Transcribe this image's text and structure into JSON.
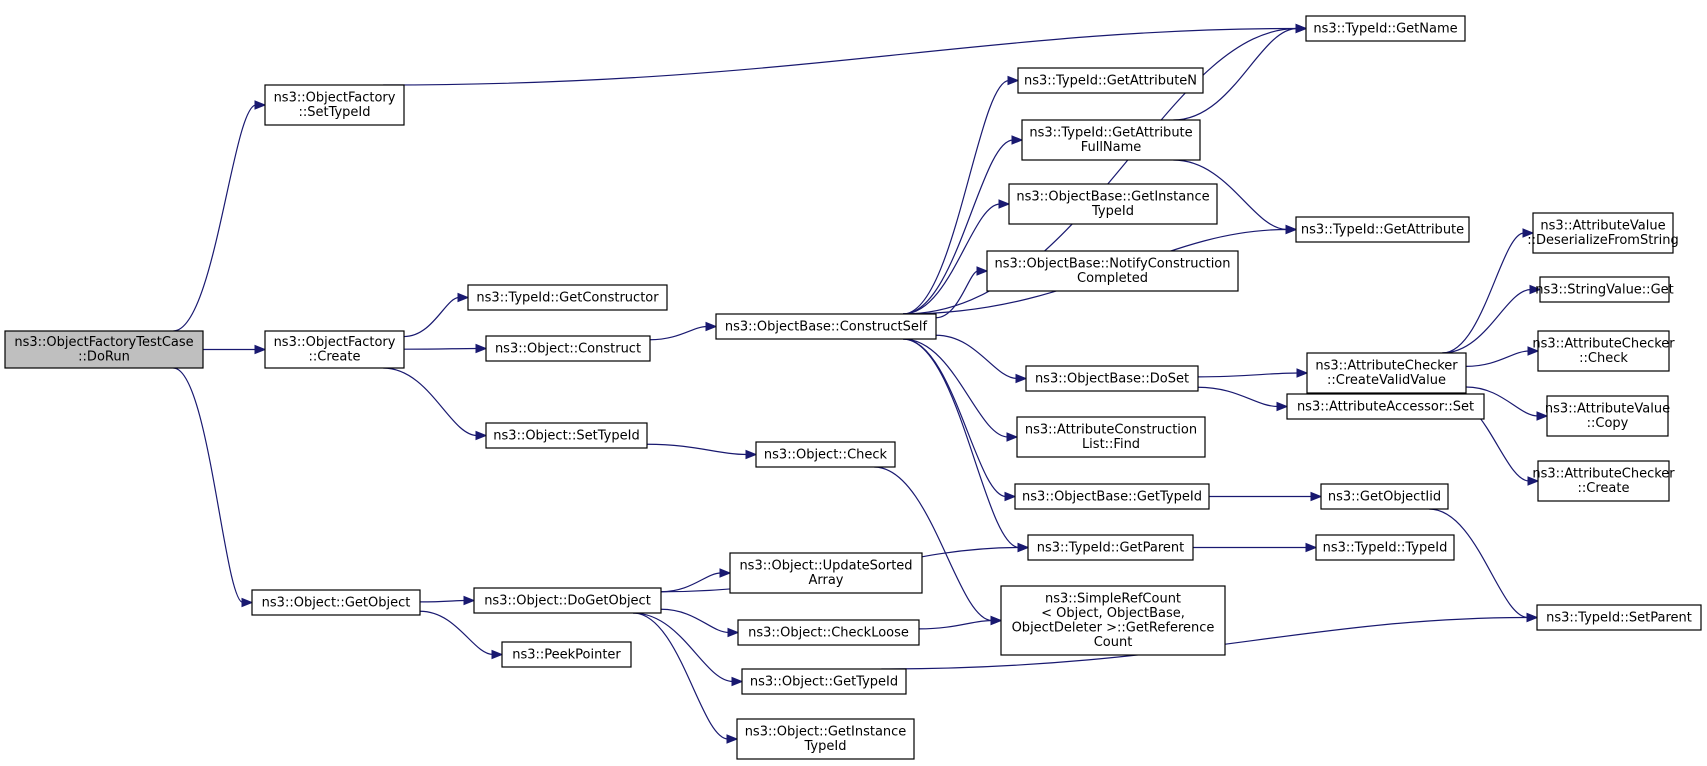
{
  "diagram": {
    "type": "call-graph",
    "nodes": [
      {
        "id": "dorun",
        "lines": [
          "ns3::ObjectFactoryTestCase",
          "::DoRun"
        ],
        "highlighted": true
      },
      {
        "id": "of_settypeid",
        "lines": [
          "ns3::ObjectFactory",
          "::SetTypeId"
        ]
      },
      {
        "id": "of_create",
        "lines": [
          "ns3::ObjectFactory",
          "::Create"
        ]
      },
      {
        "id": "obj_getobject",
        "lines": [
          "ns3::Object::GetObject"
        ]
      },
      {
        "id": "tid_getconstructor",
        "lines": [
          "ns3::TypeId::GetConstructor"
        ]
      },
      {
        "id": "obj_construct",
        "lines": [
          "ns3::Object::Construct"
        ]
      },
      {
        "id": "obj_settypeid",
        "lines": [
          "ns3::Object::SetTypeId"
        ]
      },
      {
        "id": "obj_dogetobject",
        "lines": [
          "ns3::Object::DoGetObject"
        ]
      },
      {
        "id": "peekpointer",
        "lines": [
          "ns3::PeekPointer"
        ]
      },
      {
        "id": "ob_constructself",
        "lines": [
          "ns3::ObjectBase::ConstructSelf"
        ]
      },
      {
        "id": "obj_check",
        "lines": [
          "ns3::Object::Check"
        ]
      },
      {
        "id": "obj_updatesorted",
        "lines": [
          "ns3::Object::UpdateSorted",
          "Array"
        ]
      },
      {
        "id": "obj_checkloose",
        "lines": [
          "ns3::Object::CheckLoose"
        ]
      },
      {
        "id": "obj_gettypeid",
        "lines": [
          "ns3::Object::GetTypeId"
        ]
      },
      {
        "id": "obj_getinstancetypeid",
        "lines": [
          "ns3::Object::GetInstance",
          "TypeId"
        ]
      },
      {
        "id": "tid_getattributen",
        "lines": [
          "ns3::TypeId::GetAttributeN"
        ]
      },
      {
        "id": "tid_getattributefullname",
        "lines": [
          "ns3::TypeId::GetAttribute",
          "FullName"
        ]
      },
      {
        "id": "ob_getinstancetypeid",
        "lines": [
          "ns3::ObjectBase::GetInstance",
          "TypeId"
        ]
      },
      {
        "id": "ob_notifyconstruction",
        "lines": [
          "ns3::ObjectBase::NotifyConstruction",
          "Completed"
        ]
      },
      {
        "id": "ob_doset",
        "lines": [
          "ns3::ObjectBase::DoSet"
        ]
      },
      {
        "id": "acl_find",
        "lines": [
          "ns3::AttributeConstruction",
          "List::Find"
        ]
      },
      {
        "id": "ob_gettypeid",
        "lines": [
          "ns3::ObjectBase::GetTypeId"
        ]
      },
      {
        "id": "tid_getparent",
        "lines": [
          "ns3::TypeId::GetParent"
        ]
      },
      {
        "id": "simplerefcount",
        "lines": [
          "ns3::SimpleRefCount",
          "< Object, ObjectBase,",
          "ObjectDeleter >::GetReference",
          "Count"
        ]
      },
      {
        "id": "tid_getname",
        "lines": [
          "ns3::TypeId::GetName"
        ]
      },
      {
        "id": "tid_getattribute",
        "lines": [
          "ns3::TypeId::GetAttribute"
        ]
      },
      {
        "id": "ac_createvalidvalue",
        "lines": [
          "ns3::AttributeChecker",
          "::CreateValidValue"
        ]
      },
      {
        "id": "aa_set",
        "lines": [
          "ns3::AttributeAccessor::Set"
        ]
      },
      {
        "id": "getobjectiid",
        "lines": [
          "ns3::GetObjectIid"
        ]
      },
      {
        "id": "tid_typeid",
        "lines": [
          "ns3::TypeId::TypeId"
        ]
      },
      {
        "id": "av_deserialize",
        "lines": [
          "ns3::AttributeValue",
          "::DeserializeFromString"
        ]
      },
      {
        "id": "sv_get",
        "lines": [
          "ns3::StringValue::Get"
        ]
      },
      {
        "id": "ac_check",
        "lines": [
          "ns3::AttributeChecker",
          "::Check"
        ]
      },
      {
        "id": "av_copy",
        "lines": [
          "ns3::AttributeValue",
          "::Copy"
        ]
      },
      {
        "id": "ac_create",
        "lines": [
          "ns3::AttributeChecker",
          "::Create"
        ]
      },
      {
        "id": "tid_setparent",
        "lines": [
          "ns3::TypeId::SetParent"
        ]
      }
    ],
    "edges": [
      [
        "dorun",
        "of_settypeid"
      ],
      [
        "dorun",
        "of_create"
      ],
      [
        "dorun",
        "obj_getobject"
      ],
      [
        "of_settypeid",
        "tid_getname"
      ],
      [
        "of_create",
        "tid_getconstructor"
      ],
      [
        "of_create",
        "obj_construct"
      ],
      [
        "of_create",
        "obj_settypeid"
      ],
      [
        "obj_construct",
        "ob_constructself"
      ],
      [
        "obj_settypeid",
        "obj_check"
      ],
      [
        "obj_check",
        "simplerefcount"
      ],
      [
        "obj_getobject",
        "obj_dogetobject"
      ],
      [
        "obj_getobject",
        "peekpointer"
      ],
      [
        "obj_dogetobject",
        "tid_getparent"
      ],
      [
        "obj_dogetobject",
        "obj_updatesorted"
      ],
      [
        "obj_dogetobject",
        "obj_checkloose"
      ],
      [
        "obj_dogetobject",
        "obj_gettypeid"
      ],
      [
        "obj_dogetobject",
        "obj_getinstancetypeid"
      ],
      [
        "obj_checkloose",
        "simplerefcount"
      ],
      [
        "obj_gettypeid",
        "tid_setparent"
      ],
      [
        "ob_constructself",
        "tid_getname"
      ],
      [
        "ob_constructself",
        "tid_getattributen"
      ],
      [
        "ob_constructself",
        "tid_getattributefullname"
      ],
      [
        "ob_constructself",
        "ob_getinstancetypeid"
      ],
      [
        "ob_constructself",
        "ob_notifyconstruction"
      ],
      [
        "ob_constructself",
        "tid_getattribute"
      ],
      [
        "ob_constructself",
        "ob_doset"
      ],
      [
        "ob_constructself",
        "acl_find"
      ],
      [
        "ob_constructself",
        "ob_gettypeid"
      ],
      [
        "ob_constructself",
        "tid_getparent"
      ],
      [
        "tid_getattributefullname",
        "tid_getname"
      ],
      [
        "tid_getattributefullname",
        "tid_getattribute"
      ],
      [
        "ob_doset",
        "ac_createvalidvalue"
      ],
      [
        "ob_doset",
        "aa_set"
      ],
      [
        "ob_gettypeid",
        "getobjectiid"
      ],
      [
        "getobjectiid",
        "tid_setparent"
      ],
      [
        "tid_getparent",
        "tid_typeid"
      ],
      [
        "ac_createvalidvalue",
        "av_deserialize"
      ],
      [
        "ac_createvalidvalue",
        "sv_get"
      ],
      [
        "ac_createvalidvalue",
        "ac_check"
      ],
      [
        "ac_createvalidvalue",
        "av_copy"
      ],
      [
        "ac_createvalidvalue",
        "ac_create"
      ]
    ],
    "colors": {
      "edge": "#191970",
      "root_fill": "#bfbfbf",
      "node_fill": "#ffffff",
      "node_stroke": "#000000"
    }
  }
}
